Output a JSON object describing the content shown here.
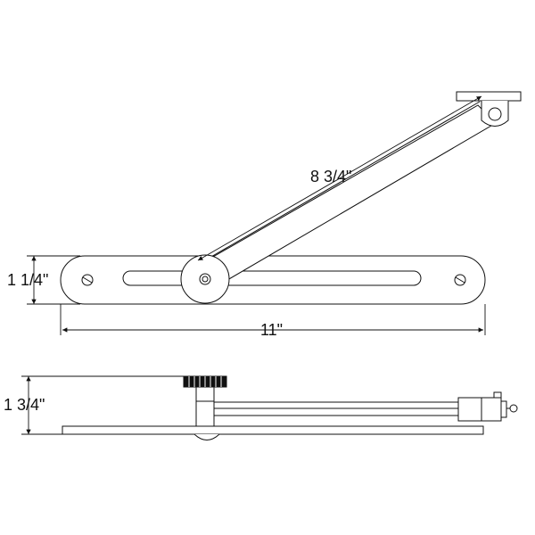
{
  "dimensions": {
    "arm_length": "8 3/4\"",
    "plate_width": "1 1/4\"",
    "plate_length": "11\"",
    "side_height": "1 3/4\""
  },
  "colors": {
    "line": "#111111",
    "background": "#ffffff"
  }
}
